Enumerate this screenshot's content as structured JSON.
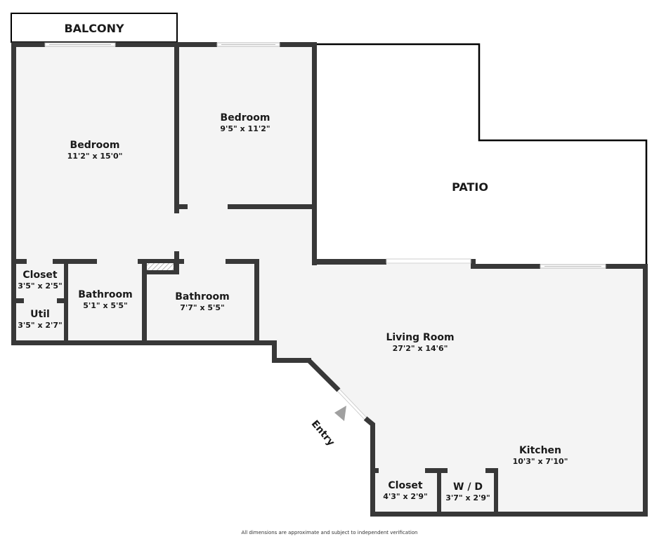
{
  "floorplan": {
    "colors": {
      "wall": "#383838",
      "floor": "#f4f4f4",
      "outdoor": "#ffffff",
      "outline": "#000000",
      "entry_arrow": "#a0a0a0",
      "text": "#1a1a1a"
    },
    "outdoor_areas": [
      {
        "name": "BALCONY"
      },
      {
        "name": "PATIO"
      }
    ],
    "rooms": [
      {
        "name": "Bedroom",
        "dimensions": "11'2\" x 15'0\""
      },
      {
        "name": "Bedroom",
        "dimensions": "9'5\" x 11'2\""
      },
      {
        "name": "Closet",
        "dimensions": "3'5\" x 2'5\""
      },
      {
        "name": "Util",
        "dimensions": "3'5\" x 2'7\""
      },
      {
        "name": "Bathroom",
        "dimensions": "5'1\" x 5'5\""
      },
      {
        "name": "Bathroom",
        "dimensions": "7'7\" x 5'5\""
      },
      {
        "name": "Living Room",
        "dimensions": "27'2\" x 14'6\""
      },
      {
        "name": "Kitchen",
        "dimensions": "10'3\" x 7'10\""
      },
      {
        "name": "Closet",
        "dimensions": "4'3\" x 2'9\""
      },
      {
        "name": "W / D",
        "dimensions": "3'7\" x 2'9\""
      }
    ],
    "entry": {
      "label": "Entry",
      "icon": "entry-arrow-icon"
    },
    "disclaimer": "All dimensions are approximate and subject to independent verification"
  }
}
